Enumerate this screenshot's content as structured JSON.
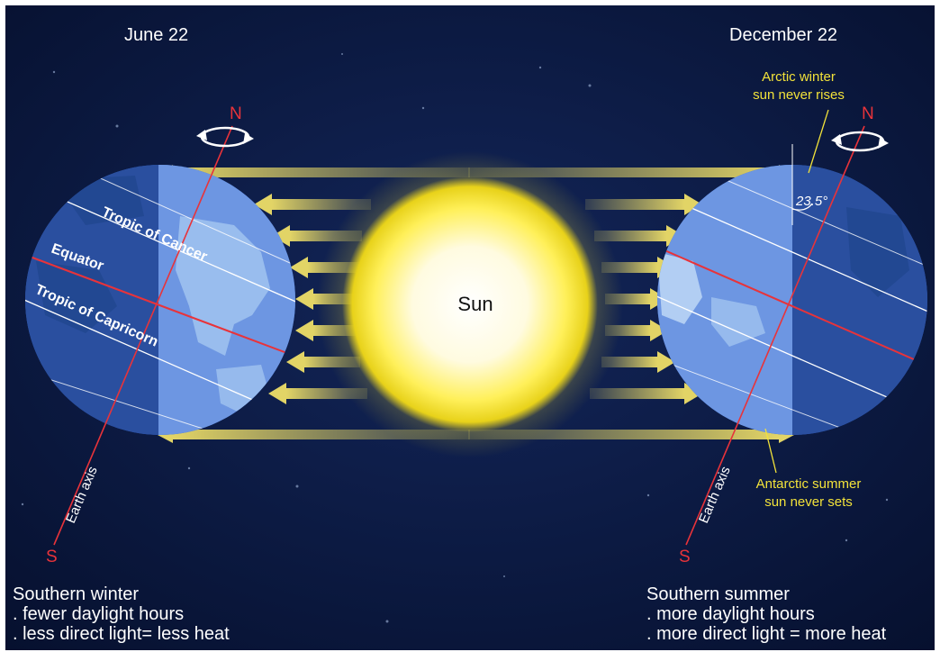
{
  "titles": {
    "left_date": "June 22",
    "right_date": "December 22"
  },
  "sun": {
    "label": "Sun"
  },
  "left_earth": {
    "north": "N",
    "south": "S",
    "axis_label": "Earth axis",
    "tropic_cancer": "Tropic of Cancer",
    "equator": "Equator",
    "tropic_capricorn": "Tropic of Capricorn"
  },
  "right_earth": {
    "north": "N",
    "south": "S",
    "axis_label": "Earth axis",
    "tilt_angle": "23.5°",
    "arctic_note_line1": "Arctic winter",
    "arctic_note_line2": "sun never rises",
    "antarctic_note_line1": "Antarctic summer",
    "antarctic_note_line2": "sun never sets"
  },
  "captions": {
    "left": {
      "title": "Southern winter",
      "line1": ". fewer daylight hours",
      "line2": ". less direct light= less heat"
    },
    "right": {
      "title": "Southern summer",
      "line1": ". more daylight hours",
      "line2": ". more direct light = more heat"
    }
  },
  "colors": {
    "sky": "#0a1a40",
    "ocean": "#3a67c8",
    "sunlit": "#6f9ae8",
    "land": "#b9d6f7",
    "axis": "#e8333a",
    "arrow": "#d8c95a",
    "note": "#f2e23a"
  }
}
